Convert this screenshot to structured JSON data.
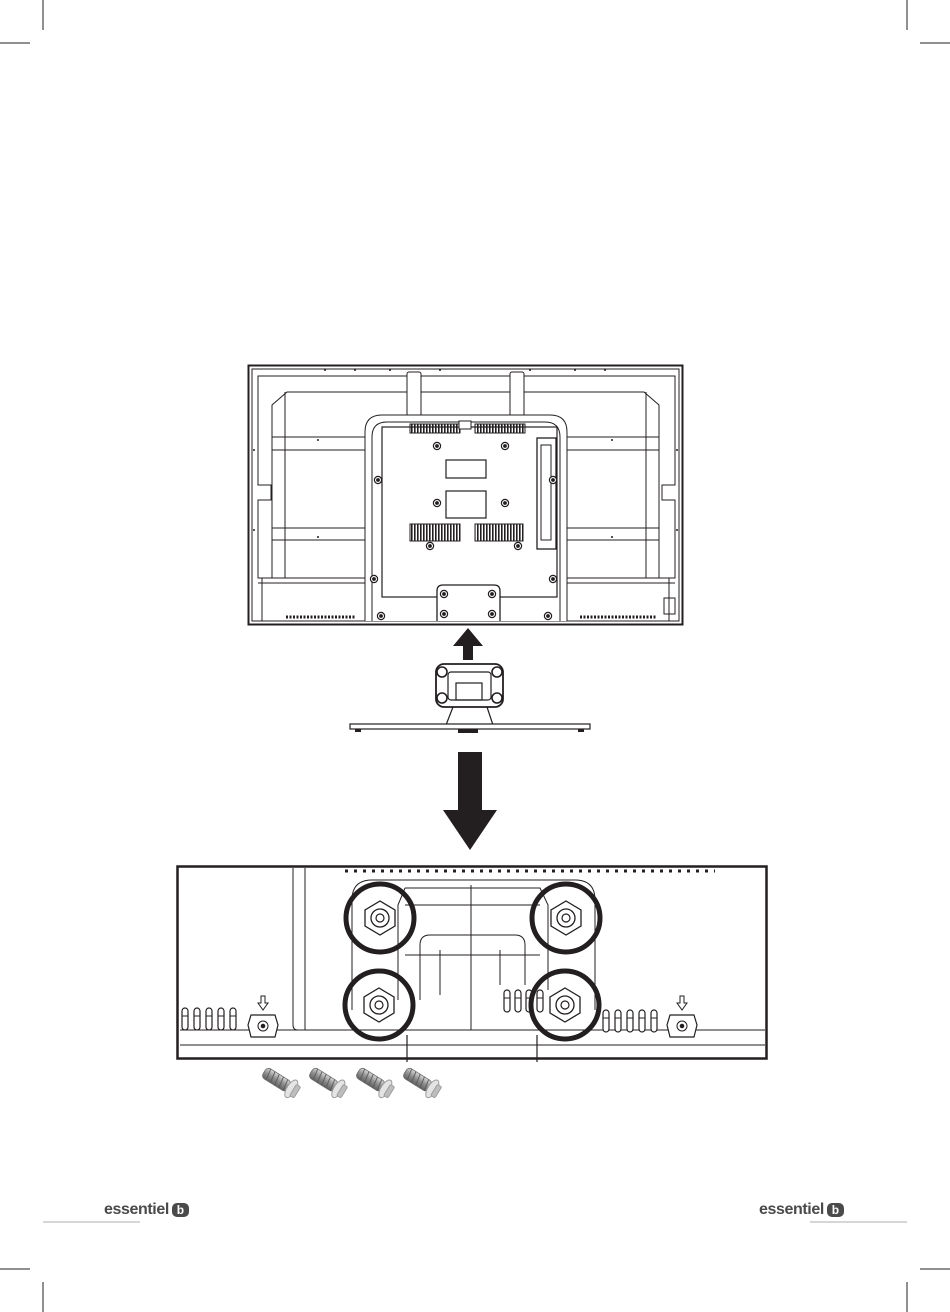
{
  "page": {
    "background": "#ffffff",
    "ink": "#231f20"
  },
  "footer": {
    "left_logo": {
      "wordmark": "essentiel",
      "badge": "b"
    },
    "right_logo": {
      "wordmark": "essentiel",
      "badge": "b"
    },
    "rule_color": "#c8c8c8",
    "logo_color": "#4a4a4a"
  },
  "illustration": {
    "step_arrows": [
      "up-arrow-icon",
      "down-arrow-icon"
    ],
    "highlighted_mounting_holes": 4,
    "loose_screws": 4,
    "screw_color": "#9c9c9c"
  }
}
